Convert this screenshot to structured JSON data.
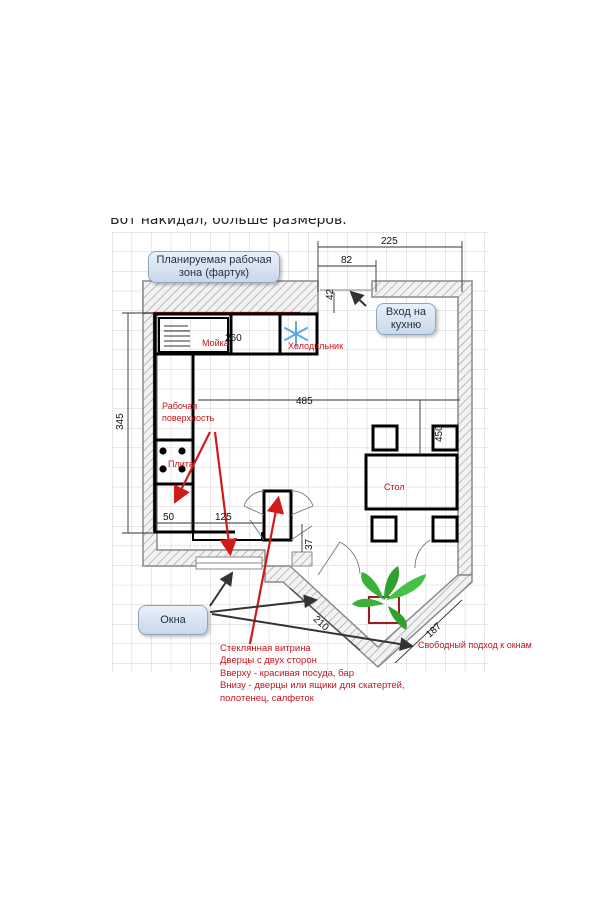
{
  "intro_text": "Вот накидал, больше размеров.",
  "callouts": {
    "work_zone": "Планируемая рабочая зона (фартук)",
    "entrance": "Вход на кухню",
    "windows": "Окна"
  },
  "labels": {
    "sink": "Мойка",
    "fridge": "Холодильник",
    "work_surface": "Рабочая поверхность",
    "stove": "Плита",
    "table": "Стол",
    "window_access": "Свободный подход к окнам"
  },
  "dimensions": {
    "d225": "225",
    "d82": "82",
    "d42": "42",
    "d260": "260",
    "d485": "485",
    "d345": "345",
    "d450": "450",
    "d50": "50",
    "d125": "125",
    "d37": "37",
    "d210": "210",
    "d187": "187"
  },
  "showcase_note": [
    "Стеклянная витрина",
    "Дверцы с двух сторон",
    "Вверху - красивая посуда, бар",
    "Внизу - дверцы или ящики для скатертей,",
    "полотенец, салфеток"
  ],
  "colors": {
    "wall_outline": "#8a8a8a",
    "furniture": "#000000",
    "annotation": "#c4141c",
    "callout": "#c9d8ea",
    "grid": "#cfcfcf"
  },
  "icons": [
    "snowflake-icon",
    "plant-icon",
    "stove-burner-icon"
  ]
}
